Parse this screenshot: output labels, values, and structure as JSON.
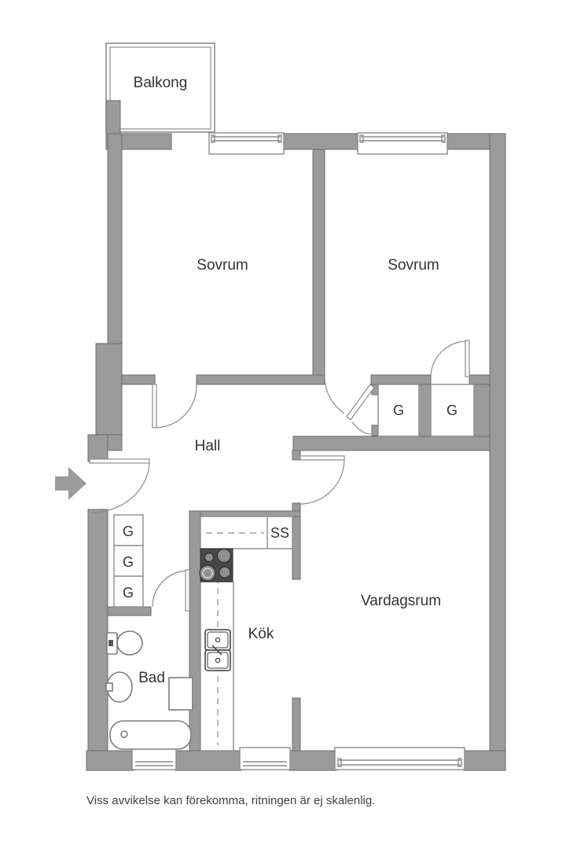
{
  "colors": {
    "wall": "#9B9B9B",
    "wall_outline": "#6C6C6C",
    "thin_line": "#8C8C8C",
    "stove": "#484848",
    "text": "#333333"
  },
  "labels": {
    "balcony": "Balkong",
    "bedroom_left": "Sovrum",
    "bedroom_right": "Sovrum",
    "hall": "Hall",
    "living_room": "Vardagsrum",
    "kitchen": "Kök",
    "bathroom": "Bad",
    "cleaning_closet": "SS",
    "closets": [
      "G",
      "G",
      "G",
      "G",
      "G"
    ]
  },
  "footer": {
    "disclaimer": "Viss avvikelse kan förekomma, ritningen är ej skalenlig."
  }
}
